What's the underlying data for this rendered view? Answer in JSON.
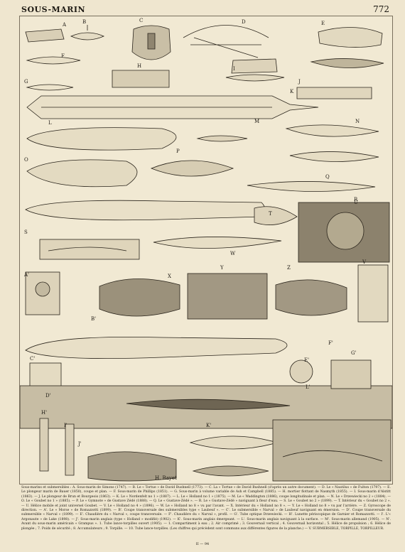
{
  "header": {
    "title": "SOUS-MARIN",
    "page_number": "772"
  },
  "figure_labels": [
    "A",
    "B",
    "C",
    "D",
    "E",
    "F",
    "G",
    "H",
    "I",
    "J",
    "K",
    "L",
    "M",
    "N",
    "O",
    "P",
    "Q",
    "R",
    "S",
    "T",
    "U",
    "V",
    "W",
    "X",
    "Y",
    "Z",
    "A'",
    "B'",
    "C'",
    "D'",
    "E'",
    "F'",
    "G'",
    "H'",
    "I'",
    "J'",
    "K'",
    "L'"
  ],
  "caption": "Sous-marins et submersibles : A. Sous-marin de Simons (1747). — B. Le « Tortue » de David Bushnell (1773). — C. La « Tortue » de David Bushnell (d'après un autre document). — D. Le « Nautilus » de Fulton (1797). — E. Le plongeur marin de Bauer (1850), coupe et plan. — F. Sous-marin de Phillips (1851). — G. Sous-marin à volume variable de Ash et Campbell (1885). — H. mortier flottant de Nasmyth (1855). — I. Sous-marin d'Alstitt (1863). — J. Le plongeur de Brun et Bourgeois (1863). — K. Le « Nordenfelt no 1 » (1887). — L. Le « Holland no 1 » (1875). — M. Le « Waddington (1886), coupe longitudinale et plan. — N. Le « Drzewiecki no 2 » (1884). — O. Le « Goubet no 1 » (1885). — P. Le « Gymnote » de Gustave Zédé (1888). — Q. Le « Gustave-Zédé ». — R. Le « Gustave-Zédé » naviguant à fleur d'eau. — S. Le « Goubet no 2 » (1899). — T. Intérieur du « Goubet no 2 ». — U. Hélice mobile et joint universel Goubet. — V. Le « Holland no 4 » (1896). — W. Le « Holland no 8 » vu par l'avant. — X. Intérieur du « Holland no 8 ». — Y. Le « Holland no 8 » vu par l'arrière. — Z. Gyroscope de direction. — A'. Le « Morse » de Romazzotti (1899). — B'. Coupe transversale des submersibles type « Laubeuf ». — C'. Le submersible « Narval » de Laubeuf naviguant en émersion. — D'. Coupe transversale du submersible « Narval » (1899). — E'. Chaudière du « Narval », coupe transversale. — F'. Chaudière du « Narval », profil. — G'. Tube optique Drzewiecki. — H'. Lunette périscopique de Garnier et Romazzotti. — I'. L'« Argonaute » de Lake (1898). — J'. Sous-marin anglais (type « Holland » modifié) (1902). — K'. Sous-marin anglais émergeant. — L'. Sous-marin anglais naviguant à la surface. — M'. Sous-marin allemand (1905). — N'. Avant du sous-marin américain « Grampus ». 1. Tube lance-torpilles ouvert (1905). — 1. Compartiment à eau ; 2. Air comprimé ; 3. Gouvernail vertical ; 4. Gouvernail horizontal ; 5. Hélice de propulsion ; 6. Hélice de plongée ; 7. Poids de sécurité ; 8. Accumulateurs ; 9. Torpille. — 10. Tube lance-torpilles. (Les chiffres qui précèdent sont communs aux différentes figures de la planche.) — V. SUBMERSIBLE, TORPILLE, TORPILLEUR.",
  "footer": "II — 94",
  "engraver_signature": "H. Bayet"
}
